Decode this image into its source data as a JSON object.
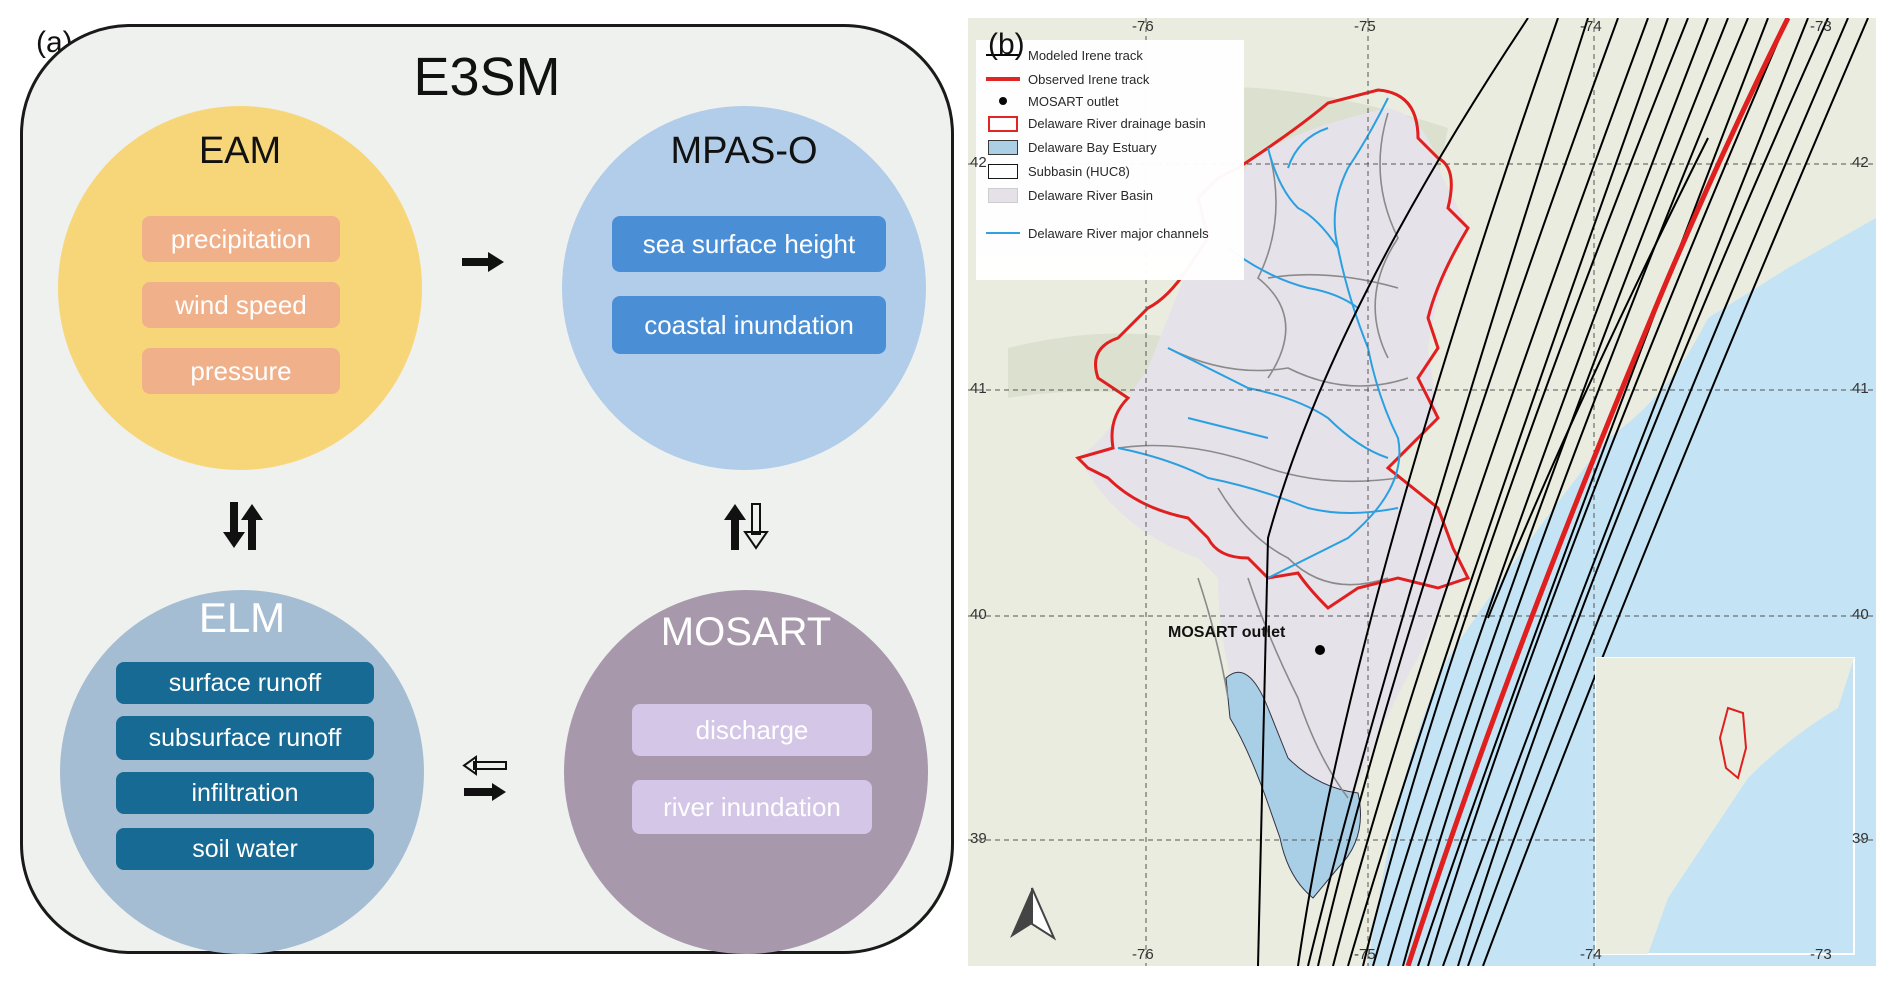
{
  "panel_a": {
    "label": "(a)",
    "title": "E3SM",
    "components": {
      "eam": {
        "name": "EAM",
        "variables": [
          "precipitation",
          "wind speed",
          "pressure"
        ]
      },
      "mpaso": {
        "name": "MPAS-O",
        "variables": [
          "sea surface height",
          "coastal inundation"
        ]
      },
      "elm": {
        "name": "ELM",
        "variables": [
          "surface runoff",
          "subsurface runoff",
          "infiltration",
          "soil water"
        ]
      },
      "mosart": {
        "name": "MOSART",
        "variables": [
          "discharge",
          "river inundation"
        ]
      }
    },
    "colors": {
      "background": "#eff1ef",
      "eam_circle": "#f7d67a",
      "eam_pill": "#f0b08a",
      "mpaso_circle": "#b1cde9",
      "mpaso_pill": "#4a8fd6",
      "elm_circle": "#a5bdd2",
      "elm_pill": "#166a94",
      "mosart_circle": "#a898ab",
      "mosart_pill": "#d4c6e6"
    }
  },
  "panel_b": {
    "label": "(b)",
    "legend": [
      {
        "symbol": "black-line",
        "label": "Modeled Irene track"
      },
      {
        "symbol": "red-line",
        "label": "Observed Irene track"
      },
      {
        "symbol": "black-dot",
        "label": "MOSART outlet"
      },
      {
        "symbol": "red-box",
        "label": "Delaware River drainage basin"
      },
      {
        "symbol": "blue-box",
        "label": "Delaware Bay Estuary"
      },
      {
        "symbol": "black-box",
        "label": "Subbasin (HUC8)"
      },
      {
        "symbol": "lavender-box",
        "label": "Delaware River Basin"
      },
      {
        "symbol": "blue-line",
        "label": "Delaware River major channels"
      }
    ],
    "outlet_label": "MOSART outlet",
    "top_ticks": [
      "-76",
      "-75",
      "-74",
      "-73"
    ],
    "bottom_ticks": [
      "-76",
      "-75",
      "-74",
      "-73"
    ],
    "left_ticks": [
      "42",
      "41",
      "40",
      "39"
    ],
    "right_ticks": [
      "42",
      "41",
      "40",
      "39"
    ],
    "colors": {
      "observed_track": "#e01f1f",
      "modeled_track": "#000000",
      "basin_outline": "#e01f1f",
      "channels": "#2ba0e0",
      "estuary": "#a9cfe6",
      "ocean": "#c4e4f5",
      "land": "#e9ecdf"
    }
  }
}
